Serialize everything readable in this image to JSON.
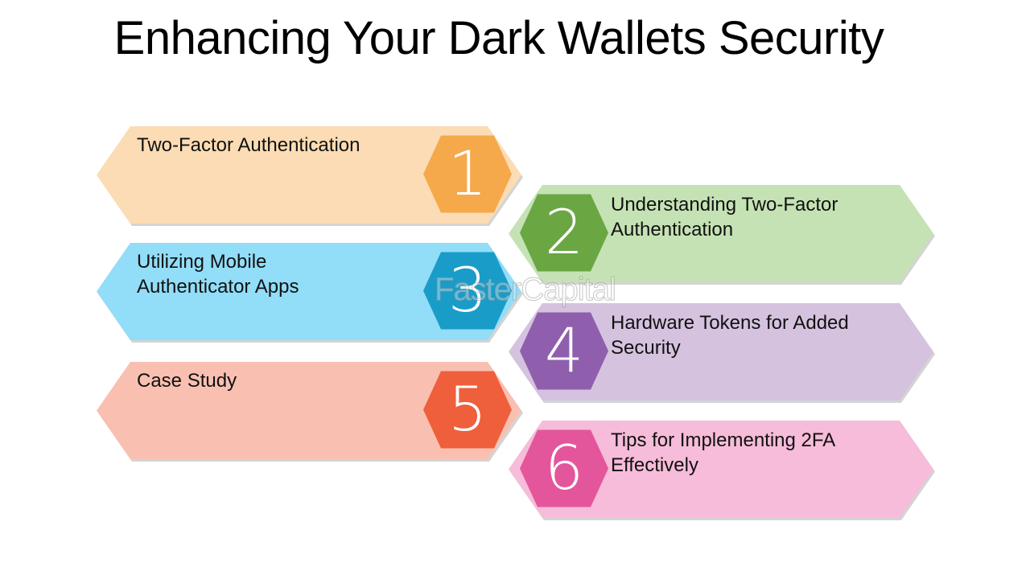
{
  "title": "Enhancing Your Dark Wallets Security",
  "watermark": "FasterCapital",
  "steps": [
    {
      "number": "1",
      "label": "Two-Factor Authentication",
      "side": "left",
      "fill": "#fcdcb4",
      "hex": "#f5a94b"
    },
    {
      "number": "2",
      "label": "Understanding Two-Factor Authentication",
      "side": "right",
      "fill": "#c5e2b5",
      "hex": "#6aa743"
    },
    {
      "number": "3",
      "label": "Utilizing Mobile Authenticator Apps",
      "side": "left",
      "fill": "#92ddf8",
      "hex": "#1a9cc8"
    },
    {
      "number": "4",
      "label": "Hardware Tokens for Added Security",
      "side": "right",
      "fill": "#d5c2df",
      "hex": "#8f5fad"
    },
    {
      "number": "5",
      "label": "Case Study",
      "side": "left",
      "fill": "#f9c0b1",
      "hex": "#ef5f3c"
    },
    {
      "number": "6",
      "label": "Tips for Implementing 2FA Effectively",
      "side": "right",
      "fill": "#f6bcd9",
      "hex": "#e4569b"
    }
  ]
}
